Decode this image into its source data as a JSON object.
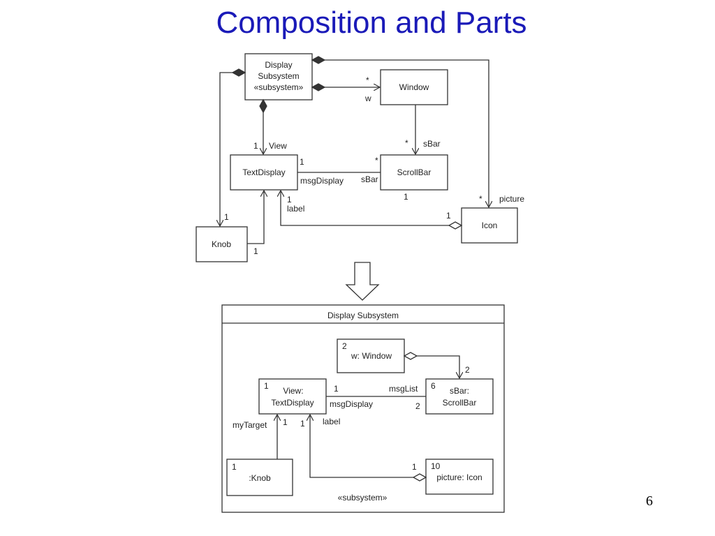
{
  "slide": {
    "title": "Composition and Parts",
    "page_number": "6"
  },
  "top_diagram": {
    "classes": {
      "display_subsystem": [
        "Display",
        "Subsystem",
        "«subsystem»"
      ],
      "window": "Window",
      "text_display": "TextDisplay",
      "scroll_bar": "ScrollBar",
      "knob": "Knob",
      "icon": "Icon"
    },
    "labels": {
      "window_mult": "*",
      "window_role": "w",
      "view_mult": "1",
      "view_role": "View",
      "sbar_mult_top": "*",
      "sbar_role_top": "sBar",
      "td_mult_right": "1",
      "msg_display": "msgDisplay",
      "sb_mult_left": "*",
      "sb_role_left": "sBar",
      "sb_mult_bottom": "1",
      "icon_mult_top": "*",
      "picture_role": "picture",
      "label_mult": "1",
      "label_role": "label",
      "icon_mult_left": "1",
      "knob_mult_top": "1",
      "knob_mult_right": "1"
    }
  },
  "bottom_diagram": {
    "frame_title": "Display Subsystem",
    "stereotype": "«subsystem»",
    "parts": {
      "window": {
        "mult": "2",
        "name": "w: Window"
      },
      "view": {
        "mult": "1",
        "name": [
          "View:",
          "TextDisplay"
        ]
      },
      "sbar": {
        "mult": "6",
        "name": [
          "sBar:",
          "ScrollBar"
        ]
      },
      "knob": {
        "mult": "1",
        "name": ":Knob"
      },
      "picture": {
        "mult": "10",
        "name": "picture: Icon"
      }
    },
    "labels": {
      "window_sbar_mult": "2",
      "view_mult_right": "1",
      "msg_list": "msgList",
      "msg_display": "msgDisplay",
      "sbar_mult_left": "2",
      "my_target": "myTarget",
      "view_mult_knob": "1",
      "view_mult_label": "1",
      "label_role": "label",
      "picture_mult_left": "1"
    }
  }
}
